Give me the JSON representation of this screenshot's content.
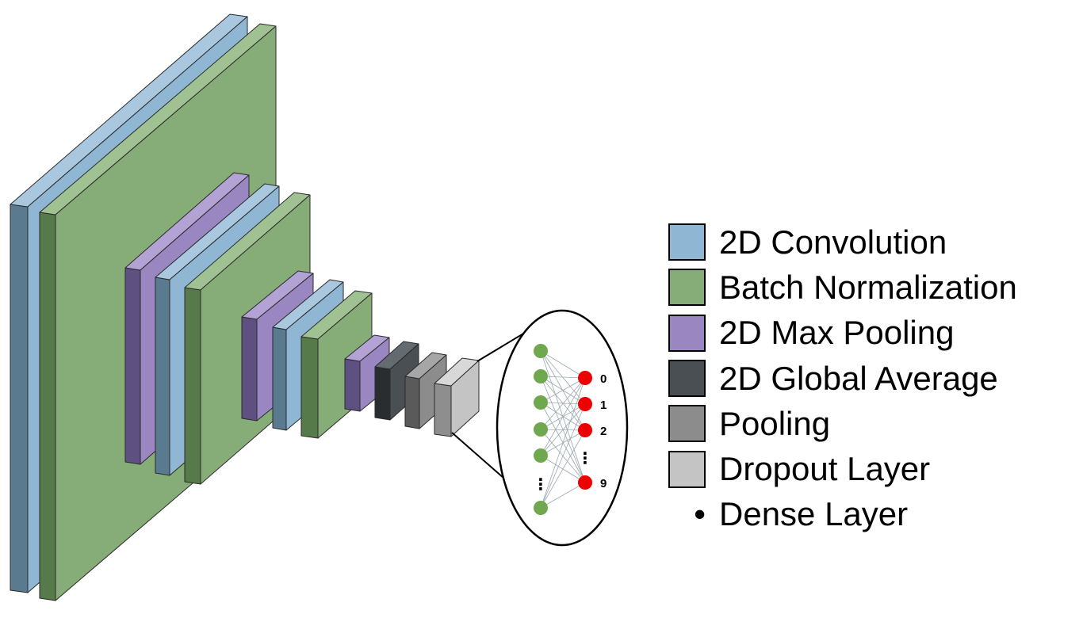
{
  "colors": {
    "conv": {
      "front": "#8fb6d3",
      "side": "#5a7a90",
      "top": "#a9c8df"
    },
    "batchnorm": {
      "front": "#86ac78",
      "side": "#567a49",
      "top": "#a0c293"
    },
    "maxpool": {
      "front": "#9a86c0",
      "side": "#5e5080",
      "top": "#b3a2d4"
    },
    "gap": {
      "front": "#4a4f53",
      "side": "#2a2d30",
      "top": "#636a70"
    },
    "pooling": {
      "front": "#8c8c8c",
      "side": "#5a5a5a",
      "top": "#a6a6a6"
    },
    "dropout": {
      "front": "#c4c4c4",
      "side": "#8e8e8e",
      "top": "#d8d8d8"
    },
    "dense_input_node": "#6fa84e",
    "dense_output_node": "#ee0000",
    "connection": "#9aa8b0"
  },
  "dense": {
    "output_labels": [
      "0",
      "1",
      "2",
      "9"
    ],
    "input_ellipsis": "⋮",
    "output_ellipsis": "⋮"
  },
  "legend": [
    {
      "label": "2D Convolution",
      "swatch": "#8fb6d3"
    },
    {
      "label": "Batch Normalization",
      "swatch": "#86ac78"
    },
    {
      "label": "2D Max Pooling",
      "swatch": "#9a86c0"
    },
    {
      "label": "2D Global Average",
      "swatch": "#4a4f53"
    },
    {
      "label": "Pooling",
      "swatch": "#8c8c8c"
    },
    {
      "label": "Dropout Layer",
      "swatch": "#c4c4c4"
    },
    {
      "label": "Dense Layer",
      "bullet": "•"
    }
  ]
}
